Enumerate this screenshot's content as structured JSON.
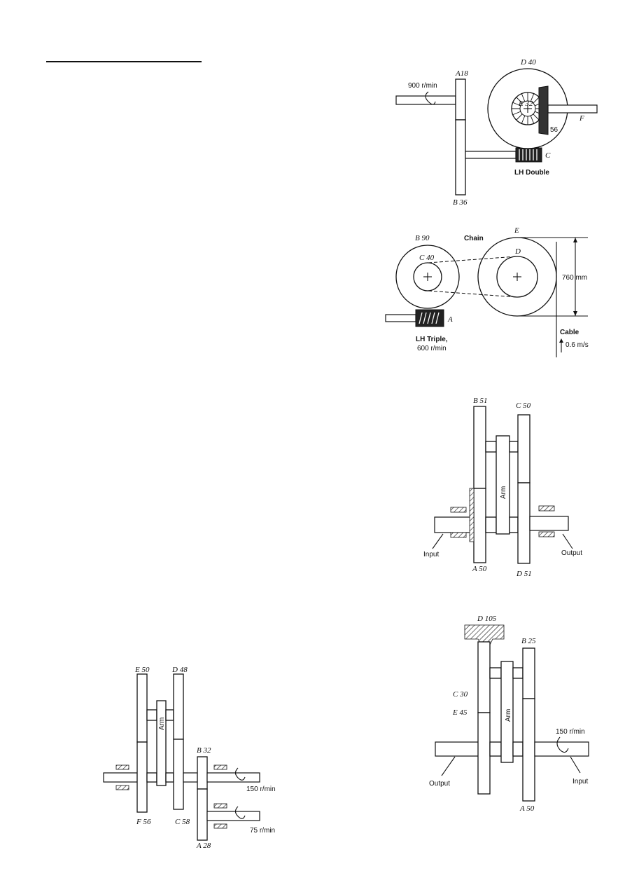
{
  "fig1": {
    "gear_a": "A18",
    "speed": "900 r/min",
    "gear_d": "D 40",
    "gear_e": "E 32",
    "bevel_teeth": "56",
    "shaft_f": "F",
    "worm_c": "C",
    "worm_note": "LH Double",
    "gear_b": "B 36"
  },
  "fig2": {
    "gear_b": "B 90",
    "chain": "Chain",
    "drum_e": "E",
    "sprocket_c": "C 40",
    "sprocket_d": "D",
    "diameter": "760 mm",
    "worm_a": "A",
    "worm_note_1": "LH Triple,",
    "worm_note_2": "600 r/min",
    "cable": "Cable",
    "cable_speed": "0.6 m/s"
  },
  "fig3": {
    "gear_b": "B 51",
    "gear_c": "C 50",
    "arm": "Arm",
    "input": "Input",
    "output": "Output",
    "gear_a": "A 50",
    "gear_d": "D 51"
  },
  "fig4": {
    "gear_e": "E 50",
    "gear_d": "D 48",
    "arm": "Arm",
    "gear_b": "B 32",
    "speed_1": "150 r/min",
    "speed_2": "75 r/min",
    "gear_f": "F 56",
    "gear_c": "C 58",
    "gear_a": "A 28"
  },
  "fig5": {
    "gear_d": "D 105",
    "gear_b": "B 25",
    "gear_c": "C 30",
    "gear_e": "E 45",
    "arm": "Arm",
    "speed": "150 r/min",
    "output": "Output",
    "input": "Input",
    "gear_a": "A 50"
  }
}
